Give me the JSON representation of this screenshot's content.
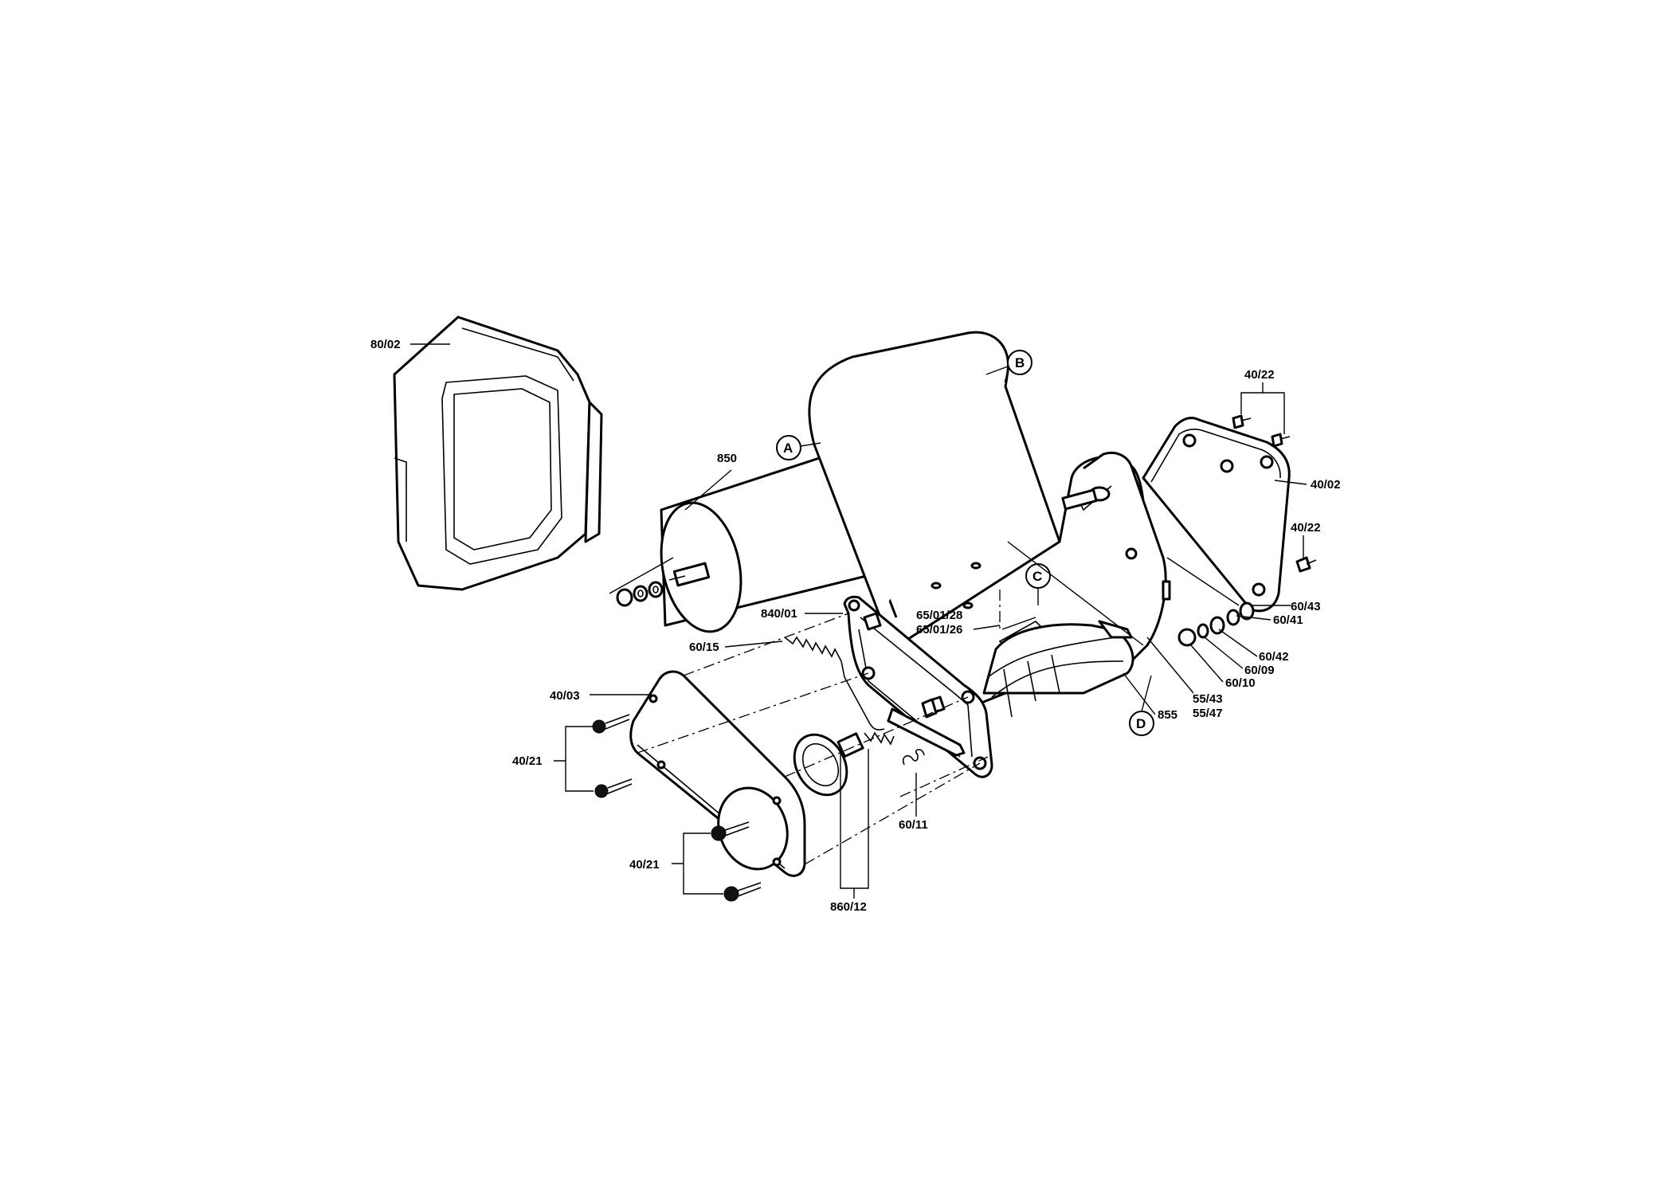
{
  "labels": {
    "cover": "80/02",
    "roller": "850",
    "callout_a": "A",
    "callout_b": "B",
    "callout_c": "C",
    "callout_d": "D",
    "screw_top": "40/22",
    "side_plate_right": "40/02",
    "screw_right": "40/22",
    "washer_43": "60/43",
    "washer_41": "60/41",
    "washer_42": "60/42",
    "washer_09": "60/09",
    "washer_10": "60/10",
    "part_5543": "55/43",
    "part_5547": "55/47",
    "cylinder": "855",
    "frame": "840/01",
    "screw_6528": "65/01/28",
    "screw_6526": "65/01/26",
    "spring_15": "60/15",
    "side_cover_left": "40/03",
    "screws_left_upper": "40/21",
    "screws_left_lower": "40/21",
    "spring_11": "60/11",
    "wheel_set": "860/12"
  }
}
